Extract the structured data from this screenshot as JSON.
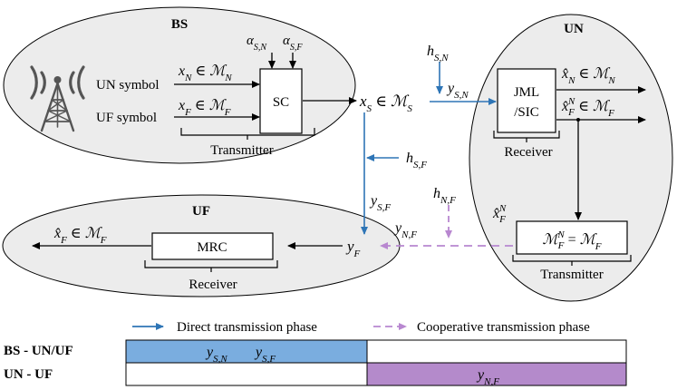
{
  "colors": {
    "ellipse_fill": "#ececec",
    "direct": "#2e75b6",
    "cooperative": "#b887d0",
    "bar_direct": "#7aaddf",
    "bar_coop": "#b48acb",
    "stroke": "#000000"
  },
  "icons": [
    "antenna-tower-icon"
  ],
  "bs": {
    "title": "BS",
    "un_symbol": "UN symbol",
    "uf_symbol": "UF symbol",
    "sc_label": "SC",
    "transmitter": "Transmitter",
    "xN_in": "𝑥_𝑁 ∈ ℳ_𝑁",
    "xF_in": "𝑥_𝐹 ∈ ℳ_𝐹",
    "alpha_SN": "𝛼_𝑆,𝑁",
    "alpha_SF": "𝛼_𝑆,𝐹",
    "xS": "𝑥_𝑆 ∈ ℳ_𝑆"
  },
  "links": {
    "h_SN": "ℎ_𝑆,𝑁",
    "y_SN": "𝑦_𝑆,𝑁",
    "h_SF": "ℎ_𝑆,𝐹",
    "y_SF": "𝑦_𝑆,𝐹",
    "h_NF": "ℎ_𝑁,𝐹",
    "y_NF": "𝑦_𝑁,𝐹",
    "y_F": "𝑦_𝐹"
  },
  "un": {
    "title": "UN",
    "jml_line1": "JML",
    "jml_line2": "/SIC",
    "receiver": "Receiver",
    "xhatN_out": "𝑥̂_𝑁 ∈ ℳ_𝑁",
    "xhatFN_out": "𝑥̂_𝐹^𝑁 ∈ ℳ_𝐹",
    "xhatFN": "𝑥̂_𝐹^𝑁",
    "map_box": "ℳ_𝐹^𝑁 = ℳ_𝐹",
    "transmitter": "Transmitter"
  },
  "uf": {
    "title": "UF",
    "mrc": "MRC",
    "receiver": "Receiver",
    "xhatF_out": "𝑥̂_𝐹 ∈ ℳ_𝐹"
  },
  "legend": {
    "direct": "Direct transmission phase",
    "cooperative": "Cooperative transmission phase"
  },
  "timeline": {
    "row1_label": "BS - UN/UF",
    "row2_label": "UN - UF",
    "row1_cell1_a": "𝑦_𝑆,𝑁",
    "row1_cell1_b": "𝑦_𝑆,𝐹",
    "row2_cell2": "𝑦_𝑁,𝐹"
  }
}
